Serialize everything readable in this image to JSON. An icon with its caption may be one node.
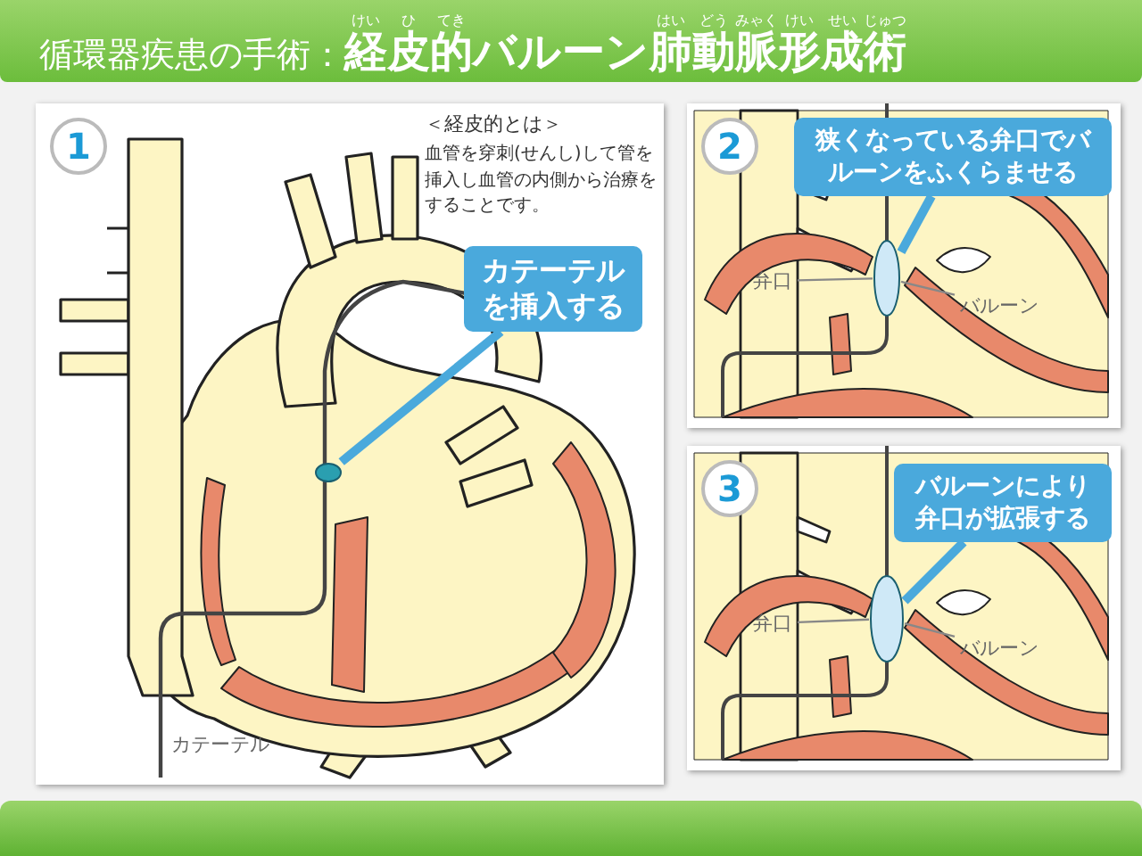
{
  "diagram": {
    "title": "循環器疾患の手術：**経皮的バルーン肺動脈形成術**",
    "nodes": [
      {
        "text": [
          "1"
        ]
      },
      {
        "text": [
          "カテーテルを挿入する"
        ],
        "in": 0
      },
      {
        "text": [],
        "shape": "circle",
        "in": 0
      },
      {
        "text": [
          "2"
        ]
      },
      {
        "text": [
          "狭くなっている弁口でバルーンをふくらませる"
        ],
        "in": 3
      },
      {
        "text": [],
        "shape": "circle",
        "in": 3
      },
      {
        "text": [
          "弁口"
        ],
        "in": 3
      },
      {
        "text": [
          "バルーン"
        ],
        "in": 3
      },
      {
        "text": [
          "3"
        ]
      },
      {
        "text": [
          "バルーンにより弁口が拡張する"
        ],
        "in": 8
      },
      {
        "text": [],
        "shape": "circle",
        "in": 8
      },
      {
        "text": [
          "弁口"
        ],
        "in": 8
      },
      {
        "text": [
          "バルーン"
        ],
        "in": 8
      }
    ],
    "edges": [
      {
        "from": 1,
        "to": 2,
        "arrow": "none",
        "style": "thick",
        "color": "#4aa9dc"
      },
      {
        "from": 4,
        "to": 5,
        "arrow": "none",
        "style": "thick",
        "color": "#4aa9dc"
      },
      {
        "from": 6,
        "to": 5,
        "arrow": "none"
      },
      {
        "from": 7,
        "to": 5,
        "arrow": "none"
      },
      {
        "from": 9,
        "to": 10,
        "arrow": "none",
        "style": "thick",
        "color": "#4aa9dc"
      },
      {
        "from": 11,
        "to": 10,
        "arrow": "none"
      },
      {
        "from": 12,
        "to": 10,
        "arrow": "none"
      }
    ],
    "labels": [
      "けい",
      "ひ",
      "てき",
      "はい",
      "どう",
      "みゃく",
      "けい",
      "せい",
      "じゅつ",
      "＜経皮的とは＞",
      "血管を穿刺(せんし)して管を挿入し血管の内側から治療をすることです。",
      "カテーテル"
    ]
  }
}
